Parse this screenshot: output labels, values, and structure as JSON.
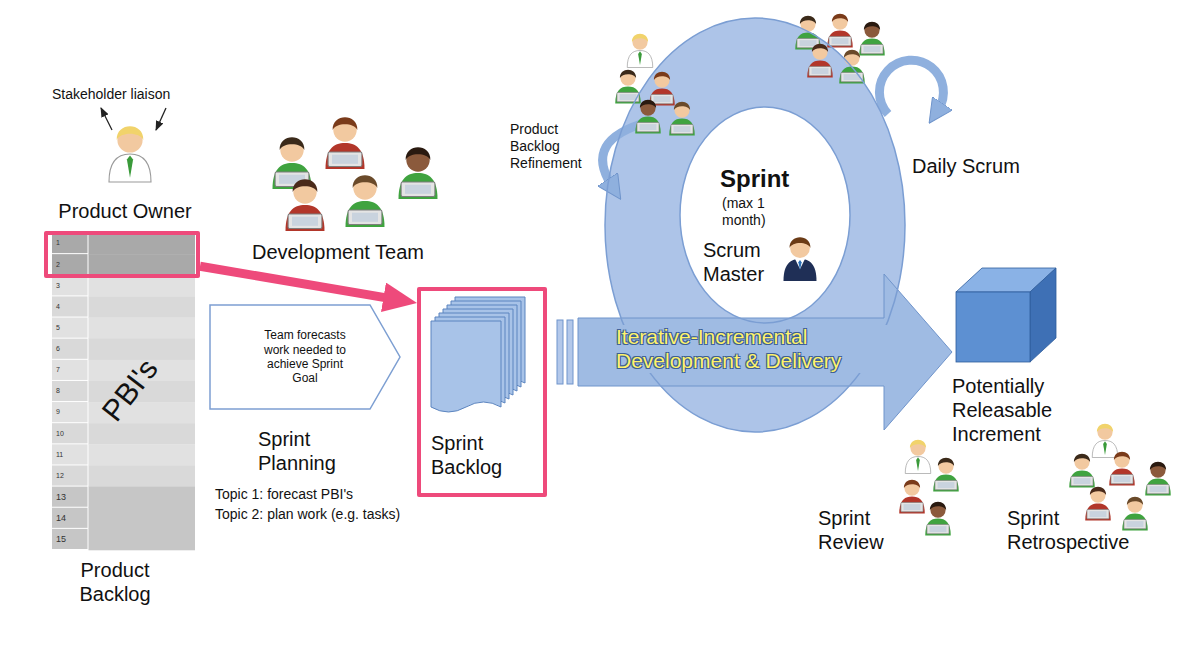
{
  "diagram": {
    "nodes": [
      {
        "text": [
          "PBI's",
          "Product Backlog"
        ]
      },
      {
        "text": [
          "1",
          "2"
        ],
        "in": 0
      },
      {
        "text": [
          "Team forecasts work needed to achieve Sprint Goal",
          "Sprint Planning"
        ]
      },
      {
        "text": [
          "Sprint Backlog"
        ]
      },
      {
        "text": [
          "Sprint",
          "(max 1 month)"
        ]
      },
      {
        "text": [
          "Potentially Releasable Increment"
        ]
      }
    ],
    "edges": [
      {
        "from": 1,
        "to": 3,
        "arrow": "to"
      },
      {
        "from": 3,
        "to": 5,
        "label": "Iterative-Incremental Development & Delivery",
        "arrow": "to"
      }
    ],
    "labels": [
      "Stakeholder liaison",
      "Product Owner",
      "3",
      "4",
      "5",
      "6",
      "7",
      "8",
      "9",
      "10",
      "11",
      "12",
      "13",
      "14",
      "15",
      "Development Team",
      "Topic 1: forecast PBI's",
      "Topic 2: plan work (e.g. tasks)",
      "Product Backlog Refinement",
      "Daily Scrum",
      "Scrum Master",
      "Sprint Review",
      "Sprint Retrospective"
    ]
  }
}
